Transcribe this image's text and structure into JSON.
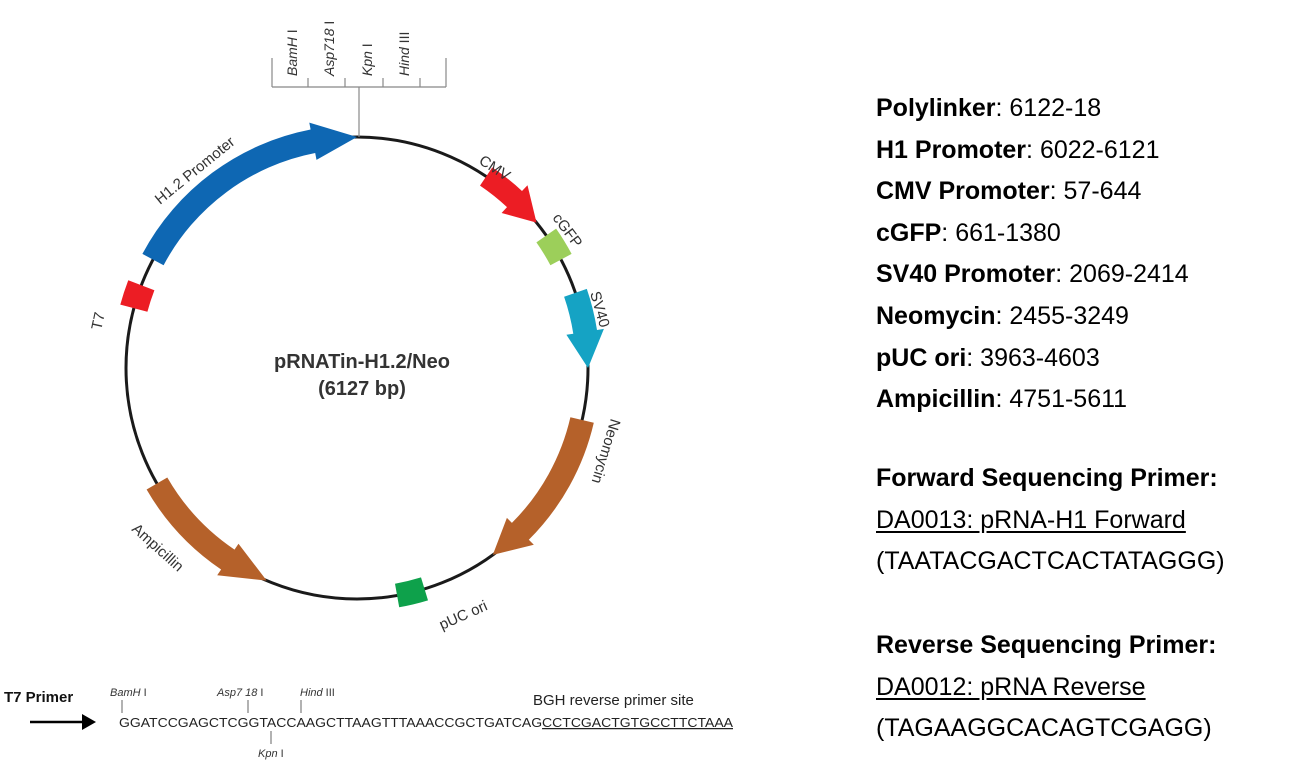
{
  "plasmid": {
    "name": "pRNATin-H1.2/Neo",
    "size_label": "(6127 bp)"
  },
  "map_features": [
    {
      "label": "H1.2 Promoter",
      "color": "#0e67b3",
      "kind": "arrow"
    },
    {
      "label": "CMV",
      "color": "#ec1d24",
      "kind": "arrow"
    },
    {
      "label": "cGFP",
      "color": "#9ccf5a",
      "kind": "box"
    },
    {
      "label": "SV40",
      "color": "#15a3c4",
      "kind": "arrow"
    },
    {
      "label": "Neomycin",
      "color": "#b5612a",
      "kind": "arrow"
    },
    {
      "label": "pUC ori",
      "color": "#0ea14b",
      "kind": "box"
    },
    {
      "label": "Ampicillin",
      "color": "#b5612a",
      "kind": "arrow"
    },
    {
      "label": "T7",
      "color": "#ec1d24",
      "kind": "box"
    }
  ],
  "polylinker_sites": [
    {
      "italic": "BamH",
      "roman": " I"
    },
    {
      "italic": "Asp718",
      "roman": " I"
    },
    {
      "italic": "Kpn",
      "roman": " I"
    },
    {
      "italic": "Hind",
      "roman": " III"
    }
  ],
  "sequence": {
    "primer_label": "T7 Primer",
    "seq_plain": "GGATCCGAGCTCGGTACCAAGCTTAAGTTTAAACCGCTGATCAG",
    "seq_underlined": "CCTCGACTGTGCCTTCTAAA",
    "bgh_label": "BGH reverse primer site",
    "sites_above": [
      {
        "italic": "BamH",
        "roman": " I"
      },
      {
        "italic": "Asp7 18",
        "roman": " I"
      },
      {
        "italic": "Hind",
        "roman": " III"
      }
    ],
    "sites_below": [
      {
        "italic": "Kpn",
        "roman": " I"
      }
    ]
  },
  "features_list": [
    {
      "name": "Polylinker",
      "range": "6122-18"
    },
    {
      "name": "H1 Promoter",
      "range": "6022-6121"
    },
    {
      "name": "CMV Promoter",
      "range": "57-644"
    },
    {
      "name": "cGFP",
      "range": "661-1380"
    },
    {
      "name": "SV40 Promoter",
      "range": "2069-2414"
    },
    {
      "name": "Neomycin",
      "range": "2455-3249"
    },
    {
      "name": "pUC ori",
      "range": "3963-4603"
    },
    {
      "name": "Ampicillin",
      "range": "4751-5611"
    }
  ],
  "primers": {
    "forward": {
      "heading": "Forward Sequencing Primer:",
      "name": "DA0013: pRNA-H1 Forward",
      "sequence": "(TAATACGACTCACTATAGGG)"
    },
    "reverse": {
      "heading": "Reverse Sequencing Primer:",
      "name": "DA0012: pRNA Reverse",
      "sequence": "(TAGAAGGCACAGTCGAGG)"
    }
  }
}
